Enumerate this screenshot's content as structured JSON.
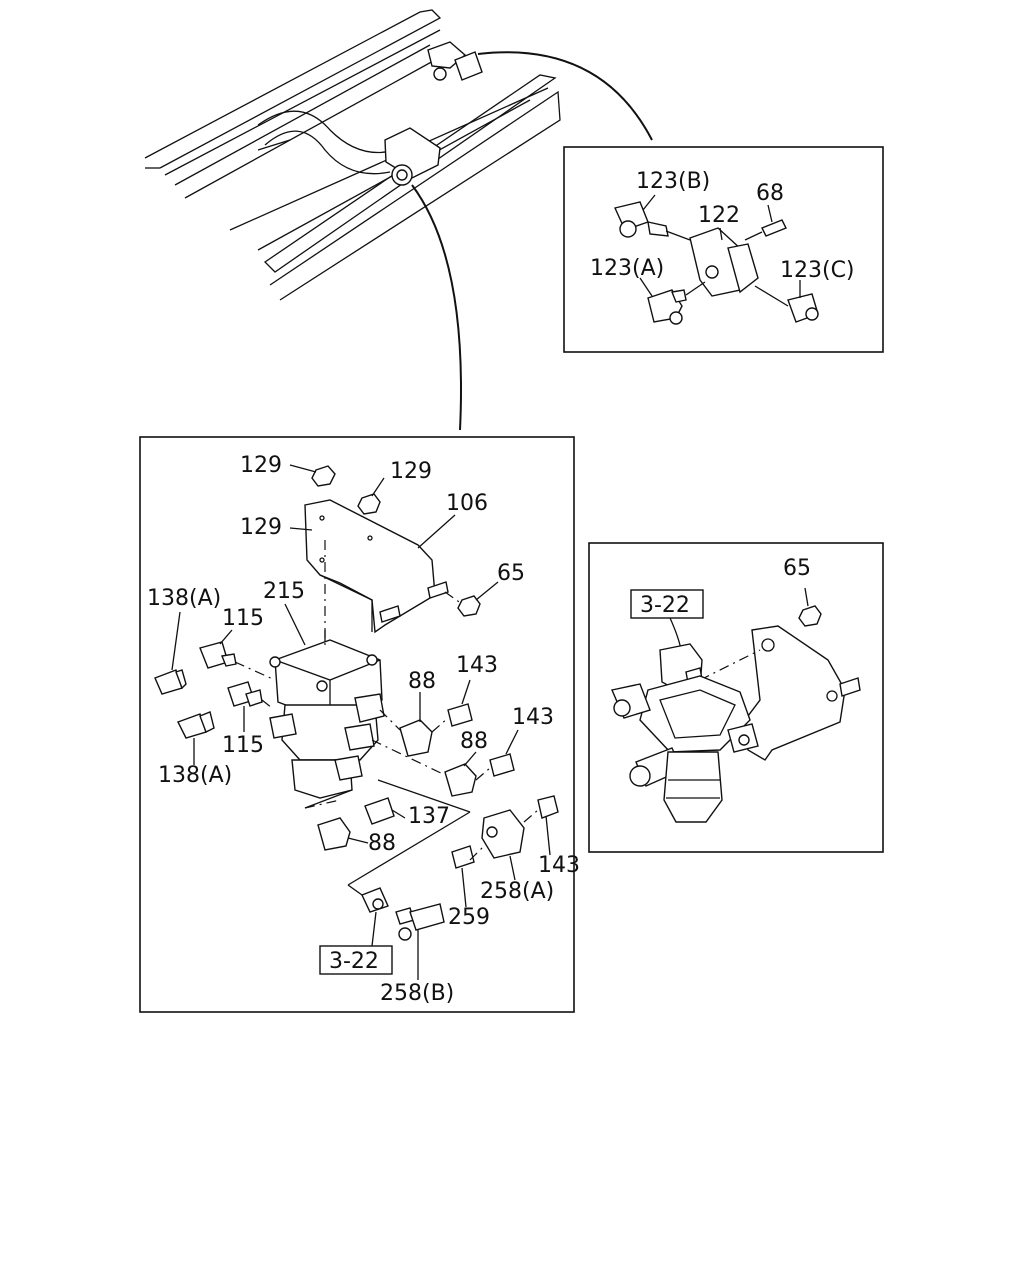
{
  "diagram": {
    "inset_top": {
      "labels": [
        "123(B)",
        "68",
        "122",
        "123(A)",
        "123(C)"
      ]
    },
    "inset_main": {
      "labels": [
        "129",
        "129",
        "129",
        "106",
        "65",
        "215",
        "138(A)",
        "115",
        "115",
        "138(A)",
        "88",
        "143",
        "143",
        "88",
        "137",
        "88",
        "143",
        "258(A)",
        "259",
        "258(B)"
      ],
      "ref_box": "3-22"
    },
    "inset_right": {
      "labels": [
        "65"
      ],
      "ref_box": "3-22"
    }
  }
}
